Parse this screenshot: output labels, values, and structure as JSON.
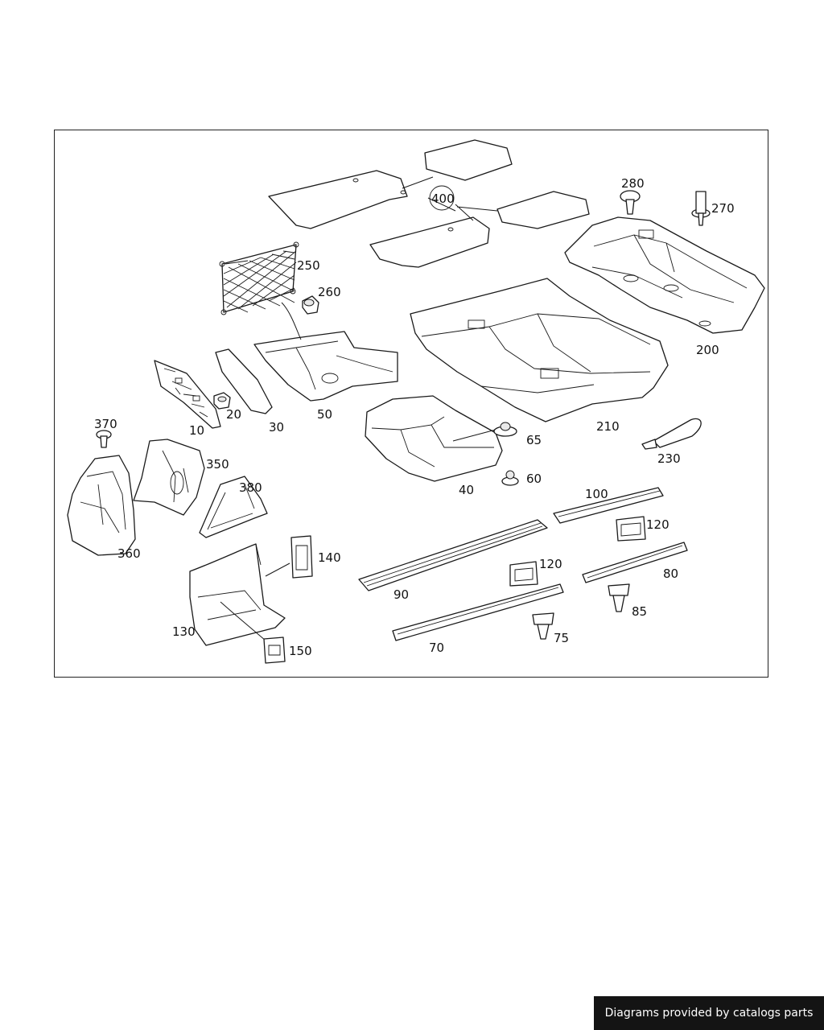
{
  "diagram": {
    "callouts": [
      {
        "id": "p10",
        "label": "10"
      },
      {
        "id": "p20",
        "label": "20"
      },
      {
        "id": "p30",
        "label": "30"
      },
      {
        "id": "p40",
        "label": "40"
      },
      {
        "id": "p50",
        "label": "50"
      },
      {
        "id": "p60",
        "label": "60"
      },
      {
        "id": "p65",
        "label": "65"
      },
      {
        "id": "p70",
        "label": "70"
      },
      {
        "id": "p75",
        "label": "75"
      },
      {
        "id": "p80",
        "label": "80"
      },
      {
        "id": "p85",
        "label": "85"
      },
      {
        "id": "p90",
        "label": "90"
      },
      {
        "id": "p100",
        "label": "100"
      },
      {
        "id": "p120a",
        "label": "120"
      },
      {
        "id": "p120b",
        "label": "120"
      },
      {
        "id": "p130",
        "label": "130"
      },
      {
        "id": "p140",
        "label": "140"
      },
      {
        "id": "p150",
        "label": "150"
      },
      {
        "id": "p200",
        "label": "200"
      },
      {
        "id": "p210",
        "label": "210"
      },
      {
        "id": "p230",
        "label": "230"
      },
      {
        "id": "p250",
        "label": "250"
      },
      {
        "id": "p260",
        "label": "260"
      },
      {
        "id": "p270",
        "label": "270"
      },
      {
        "id": "p280",
        "label": "280"
      },
      {
        "id": "p350",
        "label": "350"
      },
      {
        "id": "p360",
        "label": "360"
      },
      {
        "id": "p370",
        "label": "370"
      },
      {
        "id": "p380",
        "label": "380"
      },
      {
        "id": "p400",
        "label": "400"
      }
    ]
  },
  "footer": {
    "credit": "Diagrams provided by catalogs parts"
  }
}
